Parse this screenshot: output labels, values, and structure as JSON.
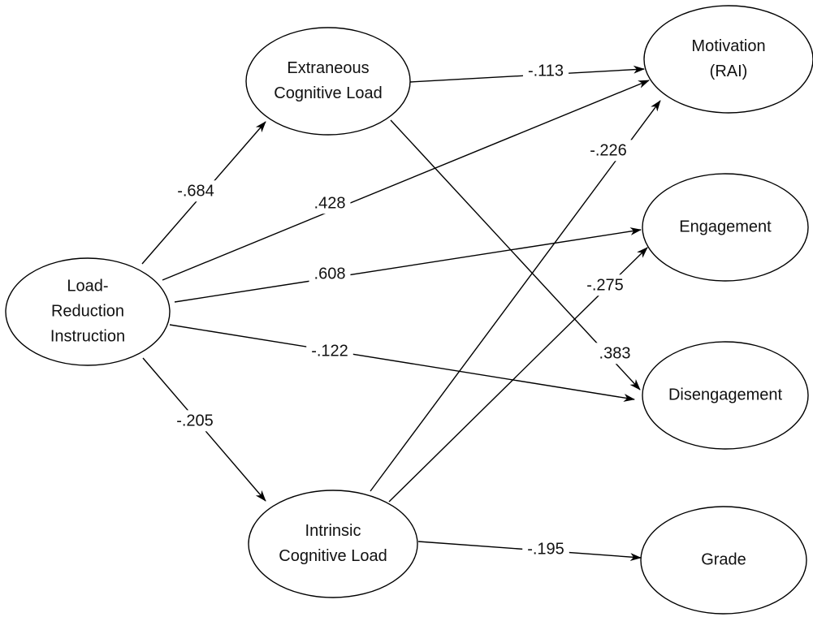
{
  "diagram": {
    "type": "path-model",
    "colors": {
      "stroke": "#000000",
      "text": "#111111",
      "background": "#ffffff"
    },
    "nodes": [
      {
        "id": "lri",
        "lines": [
          "Load-",
          "Reduction",
          "Instruction"
        ]
      },
      {
        "id": "ecl",
        "lines": [
          "Extraneous",
          "Cognitive Load"
        ]
      },
      {
        "id": "icl",
        "lines": [
          "Intrinsic",
          "Cognitive Load"
        ]
      },
      {
        "id": "mot",
        "lines": [
          "Motivation",
          "(RAI)"
        ]
      },
      {
        "id": "eng",
        "lines": [
          "Engagement"
        ]
      },
      {
        "id": "dis",
        "lines": [
          "Disengagement"
        ]
      },
      {
        "id": "grd",
        "lines": [
          "Grade"
        ]
      }
    ],
    "edges": [
      {
        "from": "lri",
        "to": "ecl",
        "label": "-.684"
      },
      {
        "from": "lri",
        "to": "mot",
        "label": ".428"
      },
      {
        "from": "lri",
        "to": "eng",
        "label": ".608"
      },
      {
        "from": "lri",
        "to": "dis",
        "label": "-.122"
      },
      {
        "from": "lri",
        "to": "icl",
        "label": "-.205"
      },
      {
        "from": "ecl",
        "to": "mot",
        "label": "-.113"
      },
      {
        "from": "ecl",
        "to": "dis",
        "label": ".383"
      },
      {
        "from": "icl",
        "to": "mot",
        "label": "-.226"
      },
      {
        "from": "icl",
        "to": "eng",
        "label": "-.275"
      },
      {
        "from": "icl",
        "to": "grd",
        "label": "-.195"
      }
    ]
  }
}
